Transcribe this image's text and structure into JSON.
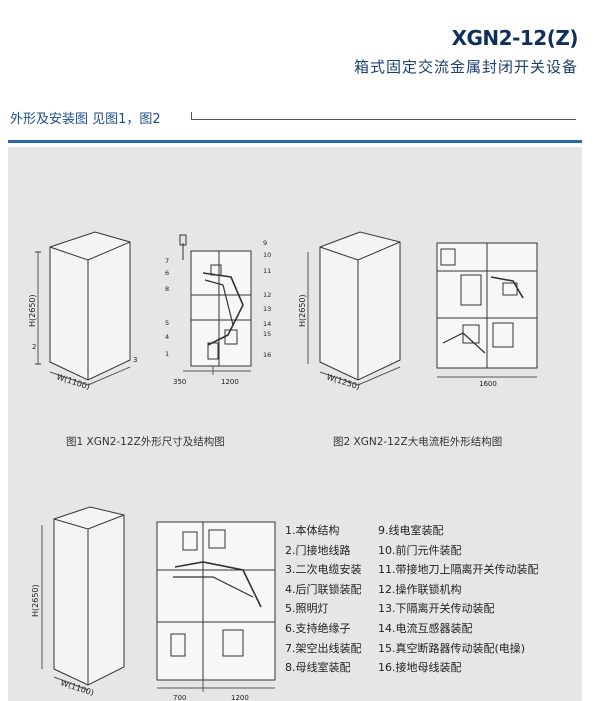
{
  "header": {
    "model": "XGN2-12(Z)",
    "subtitle": "箱式固定交流金属封闭开关设备"
  },
  "section": {
    "heading": "外形及安装图  见图1，图2"
  },
  "figure1": {
    "caption": "图1 XGN2-12Z外形尺寸及结构图",
    "height_label": "H(2650)",
    "width_label": "W(1100)",
    "dim_left": "350",
    "dim_right": "1200",
    "callouts": [
      "9",
      "10",
      "11",
      "12",
      "13",
      "14",
      "15",
      "16",
      "7",
      "6",
      "5",
      "4",
      "1",
      "2",
      "3",
      "8"
    ]
  },
  "figure2": {
    "caption": "图2 XGN2-12Z大电流柜外形结构图",
    "height_label": "H(2650)",
    "width_label": "W(1250)",
    "dim": "1600"
  },
  "figure3": {
    "height_label": "H(2650)",
    "width_label": "W(1100)",
    "dim_left": "700",
    "dim_right": "1200"
  },
  "legend": {
    "left": [
      "1.本体结构",
      "2.门接地线路",
      "3.二次电缆安装",
      "4.后门联锁装配",
      "5.照明灯",
      "6.支持绝缘子",
      "7.架空出线装配",
      "8.母线室装配"
    ],
    "right": [
      "9.线电室装配",
      "10.前门元件装配",
      "11.带接地刀上隔离开关传动装配",
      "12.操作联锁机构",
      "13.下隔离开关传动装配",
      "14.电流互感器装配",
      "15.真空断路器传动装配(电操)",
      "16.接地母线装配"
    ]
  }
}
